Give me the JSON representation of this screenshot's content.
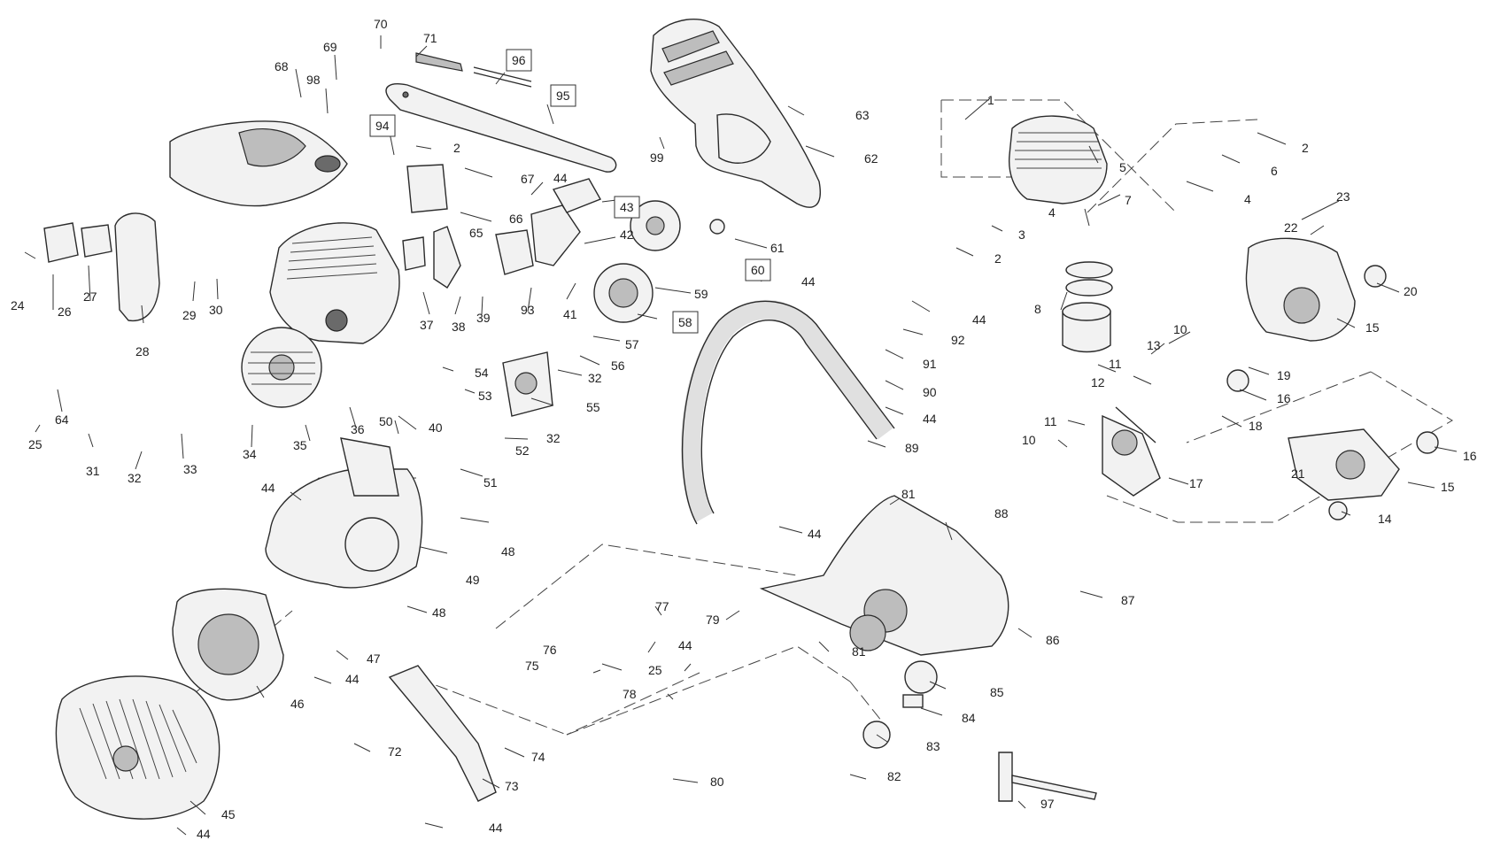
{
  "callouts": [
    {
      "id": "c70",
      "text": "70",
      "boxed": false
    },
    {
      "id": "c71",
      "text": "71",
      "boxed": false
    },
    {
      "id": "c96",
      "text": "96",
      "boxed": true
    },
    {
      "id": "c95",
      "text": "95",
      "boxed": true
    },
    {
      "id": "c69",
      "text": "69",
      "boxed": false
    },
    {
      "id": "c68",
      "text": "68",
      "boxed": false
    },
    {
      "id": "c98",
      "text": "98",
      "boxed": false
    },
    {
      "id": "c94",
      "text": "94",
      "boxed": true
    },
    {
      "id": "c2a",
      "text": "2",
      "boxed": false
    },
    {
      "id": "c67",
      "text": "67",
      "boxed": false
    },
    {
      "id": "c44a",
      "text": "44",
      "boxed": false
    },
    {
      "id": "c43",
      "text": "43",
      "boxed": true
    },
    {
      "id": "c66",
      "text": "66",
      "boxed": false
    },
    {
      "id": "c65",
      "text": "65",
      "boxed": false
    },
    {
      "id": "c42",
      "text": "42",
      "boxed": false
    },
    {
      "id": "c24",
      "text": "24",
      "boxed": false
    },
    {
      "id": "c26",
      "text": "26",
      "boxed": false
    },
    {
      "id": "c27",
      "text": "27",
      "boxed": false
    },
    {
      "id": "c28",
      "text": "28",
      "boxed": false
    },
    {
      "id": "c29",
      "text": "29",
      "boxed": false
    },
    {
      "id": "c30",
      "text": "30",
      "boxed": false
    },
    {
      "id": "c37",
      "text": "37",
      "boxed": false
    },
    {
      "id": "c38",
      "text": "38",
      "boxed": false
    },
    {
      "id": "c39",
      "text": "39",
      "boxed": false
    },
    {
      "id": "c93",
      "text": "93",
      "boxed": false
    },
    {
      "id": "c41",
      "text": "41",
      "boxed": false
    },
    {
      "id": "c59",
      "text": "59",
      "boxed": false
    },
    {
      "id": "c58",
      "text": "58",
      "boxed": true
    },
    {
      "id": "c57",
      "text": "57",
      "boxed": false
    },
    {
      "id": "c56",
      "text": "56",
      "boxed": false
    },
    {
      "id": "c54",
      "text": "54",
      "boxed": false
    },
    {
      "id": "c53",
      "text": "53",
      "boxed": false
    },
    {
      "id": "c32a",
      "text": "32",
      "boxed": false
    },
    {
      "id": "c55",
      "text": "55",
      "boxed": false
    },
    {
      "id": "c50",
      "text": "50",
      "boxed": false
    },
    {
      "id": "c40",
      "text": "40",
      "boxed": false
    },
    {
      "id": "c32b",
      "text": "32",
      "boxed": false
    },
    {
      "id": "c52",
      "text": "52",
      "boxed": false
    },
    {
      "id": "c51",
      "text": "51",
      "boxed": false
    },
    {
      "id": "c64",
      "text": "64",
      "boxed": false
    },
    {
      "id": "c25a",
      "text": "25",
      "boxed": false
    },
    {
      "id": "c31",
      "text": "31",
      "boxed": false
    },
    {
      "id": "c32c",
      "text": "32",
      "boxed": false
    },
    {
      "id": "c33",
      "text": "33",
      "boxed": false
    },
    {
      "id": "c34",
      "text": "34",
      "boxed": false
    },
    {
      "id": "c35",
      "text": "35",
      "boxed": false
    },
    {
      "id": "c36",
      "text": "36",
      "boxed": false
    },
    {
      "id": "c44b",
      "text": "44",
      "boxed": false
    },
    {
      "id": "c48a",
      "text": "48",
      "boxed": false
    },
    {
      "id": "c49",
      "text": "49",
      "boxed": false
    },
    {
      "id": "c48b",
      "text": "48",
      "boxed": false
    },
    {
      "id": "c47",
      "text": "47",
      "boxed": false
    },
    {
      "id": "c44c",
      "text": "44",
      "boxed": false
    },
    {
      "id": "c46",
      "text": "46",
      "boxed": false
    },
    {
      "id": "c72",
      "text": "72",
      "boxed": false
    },
    {
      "id": "c74",
      "text": "74",
      "boxed": false
    },
    {
      "id": "c73",
      "text": "73",
      "boxed": false
    },
    {
      "id": "c44d",
      "text": "44",
      "boxed": false
    },
    {
      "id": "c45",
      "text": "45",
      "boxed": false
    },
    {
      "id": "c44e",
      "text": "44",
      "boxed": false
    },
    {
      "id": "c63",
      "text": "63",
      "boxed": false
    },
    {
      "id": "c99",
      "text": "99",
      "boxed": false
    },
    {
      "id": "c62",
      "text": "62",
      "boxed": false
    },
    {
      "id": "c61",
      "text": "61",
      "boxed": false
    },
    {
      "id": "c60",
      "text": "60",
      "boxed": true
    },
    {
      "id": "c44f",
      "text": "44",
      "boxed": false
    },
    {
      "id": "c44g",
      "text": "44",
      "boxed": false
    },
    {
      "id": "c92",
      "text": "92",
      "boxed": false
    },
    {
      "id": "c91",
      "text": "91",
      "boxed": false
    },
    {
      "id": "c90",
      "text": "90",
      "boxed": false
    },
    {
      "id": "c44h",
      "text": "44",
      "boxed": false
    },
    {
      "id": "c89",
      "text": "89",
      "boxed": false
    },
    {
      "id": "c81a",
      "text": "81",
      "boxed": false
    },
    {
      "id": "c44i",
      "text": "44",
      "boxed": false
    },
    {
      "id": "c88",
      "text": "88",
      "boxed": false
    },
    {
      "id": "c87",
      "text": "87",
      "boxed": false
    },
    {
      "id": "c86",
      "text": "86",
      "boxed": false
    },
    {
      "id": "c77",
      "text": "77",
      "boxed": false
    },
    {
      "id": "c79",
      "text": "79",
      "boxed": false
    },
    {
      "id": "c76",
      "text": "76",
      "boxed": false
    },
    {
      "id": "c75",
      "text": "75",
      "boxed": false
    },
    {
      "id": "c44j",
      "text": "44",
      "boxed": false
    },
    {
      "id": "c25b",
      "text": "25",
      "boxed": false
    },
    {
      "id": "c81b",
      "text": "81",
      "boxed": false
    },
    {
      "id": "c78",
      "text": "78",
      "boxed": false
    },
    {
      "id": "c85",
      "text": "85",
      "boxed": false
    },
    {
      "id": "c84",
      "text": "84",
      "boxed": false
    },
    {
      "id": "c83",
      "text": "83",
      "boxed": false
    },
    {
      "id": "c80",
      "text": "80",
      "boxed": false
    },
    {
      "id": "c82",
      "text": "82",
      "boxed": false
    },
    {
      "id": "c97",
      "text": "97",
      "boxed": false
    },
    {
      "id": "c1",
      "text": "1",
      "boxed": false
    },
    {
      "id": "c5",
      "text": "5",
      "boxed": false
    },
    {
      "id": "c2b",
      "text": "2",
      "boxed": false
    },
    {
      "id": "c6",
      "text": "6",
      "boxed": false
    },
    {
      "id": "c4a",
      "text": "4",
      "boxed": false
    },
    {
      "id": "c4b",
      "text": "4",
      "boxed": false
    },
    {
      "id": "c3",
      "text": "3",
      "boxed": false
    },
    {
      "id": "c7",
      "text": "7",
      "boxed": false
    },
    {
      "id": "c2c",
      "text": "2",
      "boxed": false
    },
    {
      "id": "c23",
      "text": "23",
      "boxed": false
    },
    {
      "id": "c22",
      "text": "22",
      "boxed": false
    },
    {
      "id": "c20",
      "text": "20",
      "boxed": false
    },
    {
      "id": "c8",
      "text": "8",
      "boxed": false
    },
    {
      "id": "c15a",
      "text": "15",
      "boxed": false
    },
    {
      "id": "c10a",
      "text": "10",
      "boxed": false
    },
    {
      "id": "c13",
      "text": "13",
      "boxed": false
    },
    {
      "id": "c11a",
      "text": "11",
      "boxed": false
    },
    {
      "id": "c19",
      "text": "19",
      "boxed": false
    },
    {
      "id": "c12",
      "text": "12",
      "boxed": false
    },
    {
      "id": "c16a",
      "text": "16",
      "boxed": false
    },
    {
      "id": "c18",
      "text": "18",
      "boxed": false
    },
    {
      "id": "c11b",
      "text": "11",
      "boxed": false
    },
    {
      "id": "c10b",
      "text": "10",
      "boxed": false
    },
    {
      "id": "c17",
      "text": "17",
      "boxed": false
    },
    {
      "id": "c16b",
      "text": "16",
      "boxed": false
    },
    {
      "id": "c21",
      "text": "21",
      "boxed": false
    },
    {
      "id": "c15b",
      "text": "15",
      "boxed": false
    },
    {
      "id": "c14",
      "text": "14",
      "boxed": false
    }
  ]
}
